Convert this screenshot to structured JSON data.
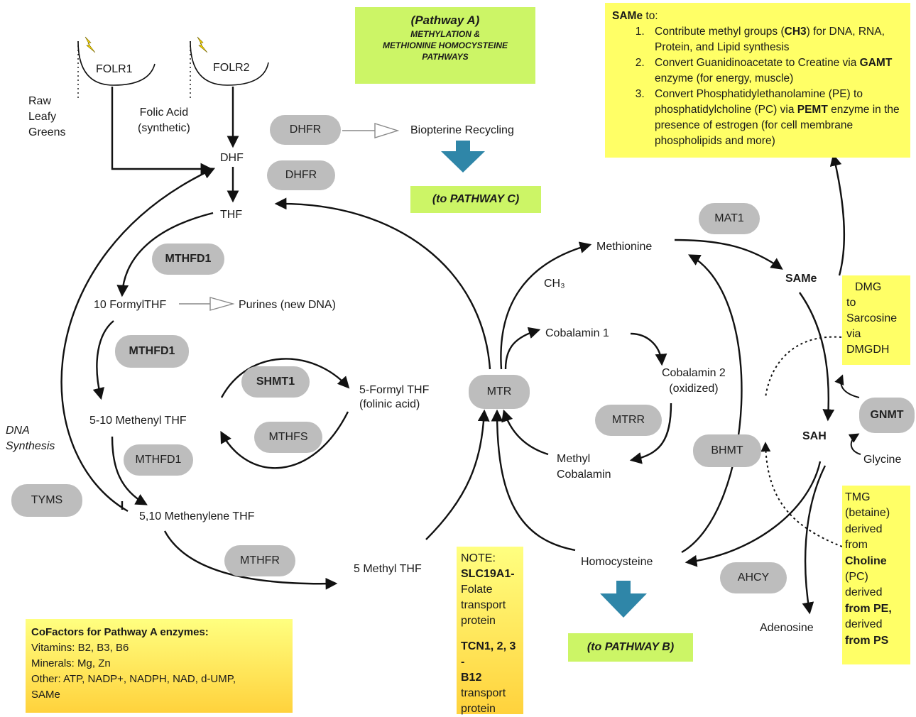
{
  "pathway_box": {
    "title": "(Pathway A)",
    "line1": "METHYLATION &",
    "line2": "METHIONINE HOMOCYSTEINE",
    "line3": "PATHWAYS"
  },
  "same_box": {
    "heading": "SAMe",
    "heading_rest": " to:",
    "items": [
      {
        "text1": "Contribute methyl groups (",
        "bold1": "CH3",
        "text2": ") for DNA, RNA, Protein, and Lipid synthesis"
      },
      {
        "text1": "Convert Guanidinoacetate to Creatine via ",
        "bold1": "GAMT",
        "text2": " enzyme (for energy, muscle)"
      },
      {
        "text1": "Convert Phosphatidylethanolamine (PE) to  phosphatidylcholine (PC) via ",
        "bold1": "PEMT",
        "text2": " enzyme in the presence of estrogen (for cell membrane phospholipids and more)"
      }
    ]
  },
  "receptors": {
    "folr1": "FOLR1",
    "folr2": "FOLR2"
  },
  "labels": {
    "raw_leafy_greens": [
      "Raw",
      "Leafy",
      "Greens"
    ],
    "folic_acid": [
      "Folic Acid",
      "(synthetic)"
    ],
    "dhf": "DHF",
    "thf": "THF",
    "biopterine": "Biopterine Recycling",
    "to_pathway_c": "(to PATHWAY C)",
    "formyl10": "10 FormylTHF",
    "purines": "Purines (new DNA)",
    "methenyl": "5-10 Methenyl THF",
    "formyl5": [
      "5-Formyl THF",
      "(folinic acid)"
    ],
    "methylene": "5,10 Methenylene THF",
    "methyl5": "5 Methyl THF",
    "dna_synthesis": [
      "DNA",
      "Synthesis"
    ],
    "methionine": "Methionine",
    "ch3": "CH₃",
    "cobalamin1": "Cobalamin 1",
    "cobalamin2": [
      "Cobalamin 2",
      "(oxidized)"
    ],
    "methylcobalamin": [
      "Methyl",
      "Cobalamin"
    ],
    "homocysteine": "Homocysteine",
    "to_pathway_b": "(to PATHWAY B)",
    "same": "SAMe",
    "sah": "SAH",
    "glycine": "Glycine",
    "adenosine": "Adenosine"
  },
  "enzymes": {
    "dhfr1": "DHFR",
    "dhfr2": "DHFR",
    "mthfd1_a": "MTHFD1",
    "mthfd1_b": "MTHFD1",
    "mthfd1_c": "MTHFD1",
    "shmt1": "SHMT1",
    "mthfs": "MTHFS",
    "tyms": "TYMS",
    "mthfr": "MTHFR",
    "mtr": "MTR",
    "mtrr": "MTRR",
    "mat1": "MAT1",
    "bhmt": "BHMT",
    "gnmt": "GNMT",
    "ahcy": "AHCY"
  },
  "dmg_box": [
    "DMG",
    "to",
    "Sarcosine",
    "via",
    "DMGDH"
  ],
  "tmg_box": {
    "lines": [
      "TMG",
      "(betaine)",
      "derived",
      "from",
      "Choline",
      "(PC)",
      "derived",
      "from PE,",
      "derived",
      "from PS"
    ],
    "bold_indices": [
      4,
      7,
      9
    ]
  },
  "note_box": {
    "lines": [
      "NOTE:",
      "SLC19A1-",
      "Folate",
      "transport",
      "protein",
      "",
      "TCN1, 2, 3 -",
      "B12",
      "transport",
      "protein"
    ],
    "bold_indices": [
      1,
      6,
      7
    ]
  },
  "cofactors_box": {
    "title": "CoFactors for Pathway A enzymes:",
    "lines": [
      "Vitamins: B2, B3, B6",
      "Minerals: Mg, Zn",
      "Other: ATP, NADP+, NADPH, NAD, d-UMP,",
      "SAMe"
    ]
  },
  "colors": {
    "yellow": "#ffff66",
    "green": "#ccf566",
    "enzyme_gray": "#bdbdbd",
    "teal_arrow": "#2f86a8",
    "orange_gradient_end": "#ffd23c"
  }
}
